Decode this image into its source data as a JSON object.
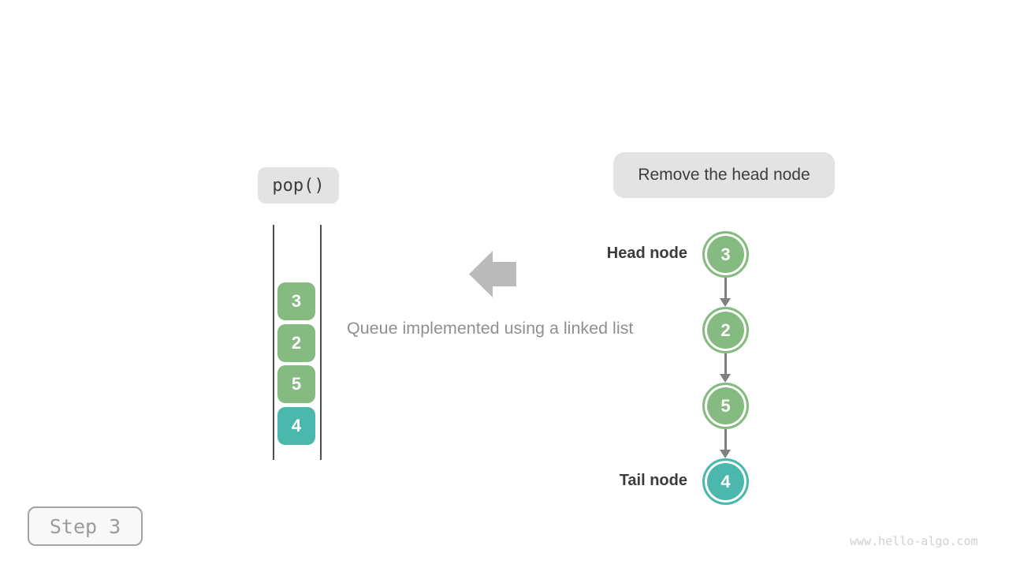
{
  "operation": {
    "label": "pop()"
  },
  "annotation": {
    "label": "Remove the head node"
  },
  "caption": "Queue implemented using a linked list",
  "queue": {
    "items": [
      {
        "value": "3",
        "color": "green"
      },
      {
        "value": "2",
        "color": "green"
      },
      {
        "value": "5",
        "color": "green"
      },
      {
        "value": "4",
        "color": "teal"
      }
    ]
  },
  "linked_list": {
    "head_label": "Head node",
    "tail_label": "Tail node",
    "nodes": [
      {
        "value": "3",
        "color": "green",
        "role": "head"
      },
      {
        "value": "2",
        "color": "green",
        "role": ""
      },
      {
        "value": "5",
        "color": "green",
        "role": ""
      },
      {
        "value": "4",
        "color": "teal",
        "role": "tail"
      }
    ]
  },
  "step": {
    "label": "Step 3"
  },
  "watermark": "www.hello-algo.com",
  "colors": {
    "green": "#85ba80",
    "teal": "#4cb8ad",
    "pill-bg": "#e3e3e3",
    "arrow-gray": "#bababa",
    "link-gray": "#7f7f7f",
    "text-dark": "#3b3b3b",
    "text-muted": "#8f8f8f"
  }
}
